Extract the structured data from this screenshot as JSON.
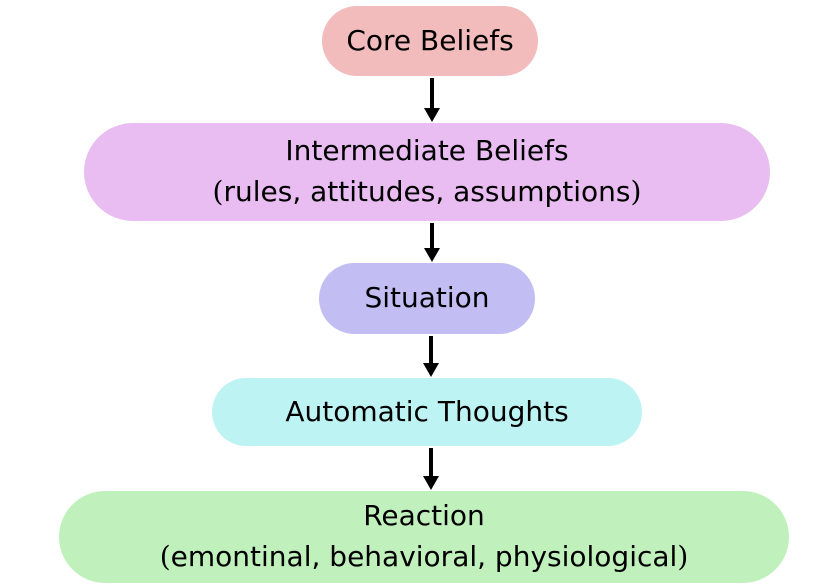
{
  "nodes": {
    "core_beliefs": {
      "title": "Core Beliefs",
      "color": "#f2bcbd"
    },
    "intermediate_beliefs": {
      "title": "Intermediate Beliefs",
      "subtitle_open": "(",
      "subtitle": "rules, attitudes, assumptions",
      "subtitle_close": ")",
      "color": "#e9bdf2"
    },
    "situation": {
      "title": "Situation",
      "color": "#c2bdf2"
    },
    "automatic_thoughts": {
      "title": "Automatic Thoughts",
      "color": "#bdf3f3"
    },
    "reaction": {
      "title": "Reaction",
      "subtitle_open": "(",
      "subtitle": "emontinal, behavioral, physiological",
      "subtitle_close": ")",
      "color": "#c0f1bc"
    }
  },
  "edges": [
    {
      "from": "core_beliefs",
      "to": "intermediate_beliefs"
    },
    {
      "from": "intermediate_beliefs",
      "to": "situation"
    },
    {
      "from": "situation",
      "to": "automatic_thoughts"
    },
    {
      "from": "automatic_thoughts",
      "to": "reaction"
    }
  ],
  "arrow_color": "#000000"
}
